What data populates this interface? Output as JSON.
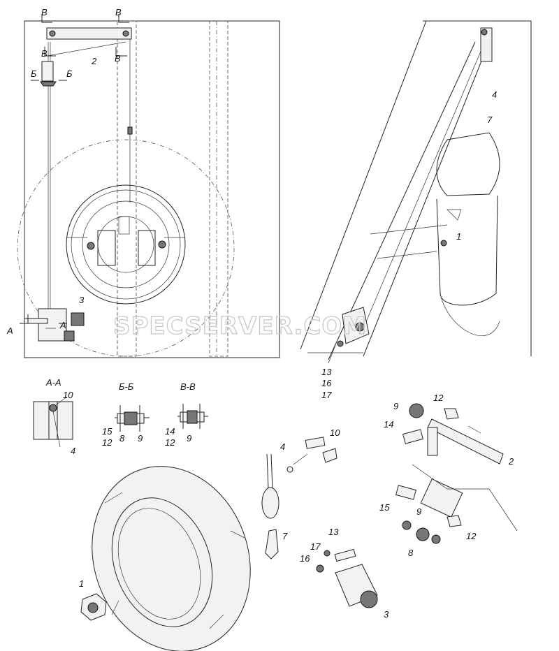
{
  "watermark": "SPECSERVER.COM",
  "section_titles": {
    "a": "А-А",
    "b": "Б-Б",
    "v": "В-В"
  },
  "section_marks": {
    "a": "А",
    "b": "Б",
    "v": "В"
  },
  "callouts": {
    "c1": "1",
    "c2": "2",
    "c3": "3",
    "c4": "4",
    "c7": "7",
    "c8": "8",
    "c9": "9",
    "c10": "10",
    "c12": "12",
    "c13": "13",
    "c14": "14",
    "c15": "15",
    "c16": "16",
    "c17": "17"
  }
}
